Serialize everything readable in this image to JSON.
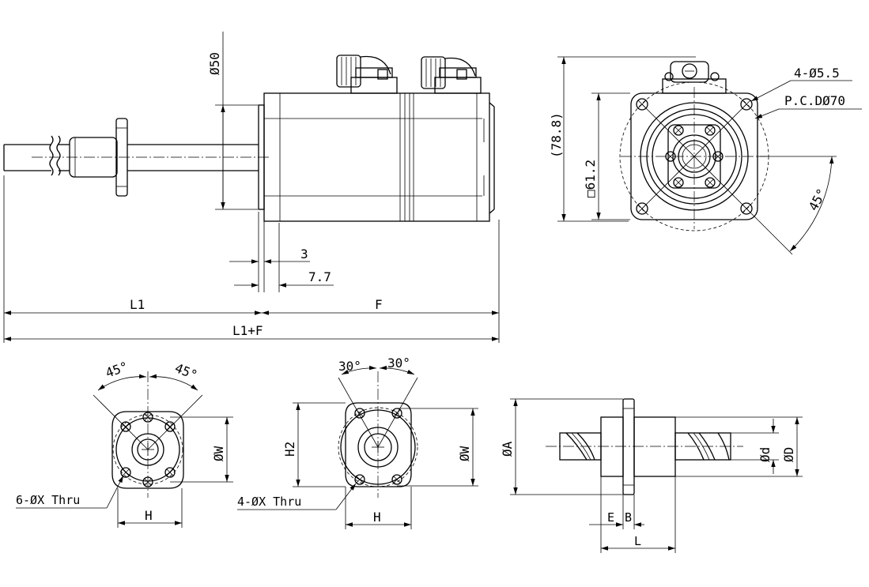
{
  "labels": {
    "dia50": "Ø50",
    "dim_3": "3",
    "dim_7_7": "7.7",
    "l1": "L1",
    "f": "F",
    "l1f": "L1+F",
    "dim_78_8": "(78.8)",
    "sq61_2": "□61.2",
    "holes_4_55": "4-Ø5.5",
    "pcd70": "P.C.DØ70",
    "ang45_front": "45°",
    "ang45_left": "45°",
    "ang45_right": "45°",
    "ang30_left": "30°",
    "ang30_right": "30°",
    "holes_6x": "6-ØX Thru",
    "holes_4x": "4-ØX Thru",
    "h_left": "H",
    "h_mid": "H",
    "dia_w_left": "ØW",
    "dia_w_mid": "ØW",
    "h2": "H2",
    "dia_a": "ØA",
    "dia_d_small": "Ød",
    "dia_d_big": "ØD",
    "e": "E",
    "b": "B",
    "l": "L"
  }
}
